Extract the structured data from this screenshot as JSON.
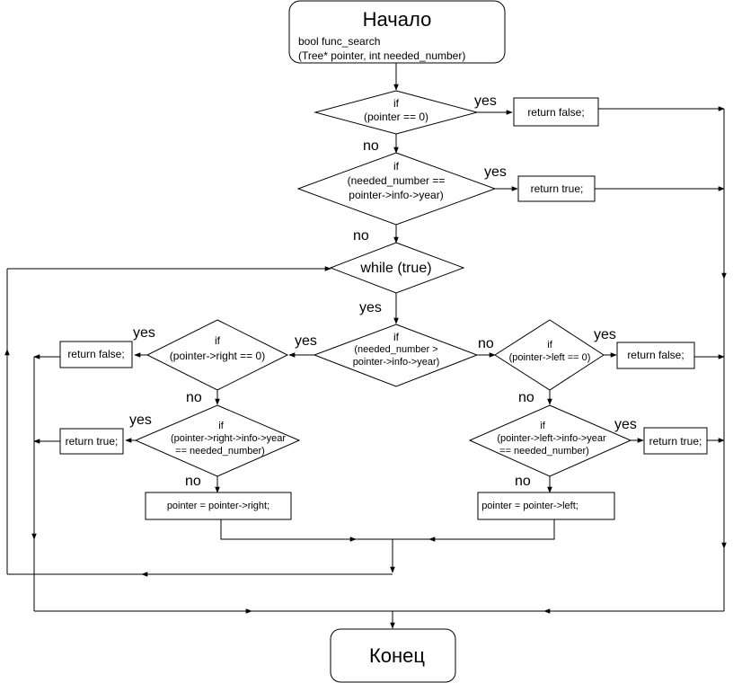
{
  "start": {
    "title": "Начало",
    "sig_line1": "bool func_search",
    "sig_line2": "(Tree* pointer, int needed_number)"
  },
  "end": {
    "title": "Конец"
  },
  "d1": {
    "l1": "if",
    "l2": "(pointer == 0)"
  },
  "d2": {
    "l1": "if",
    "l2": "(needed_number ==",
    "l3": "pointer->info->year)"
  },
  "loop": {
    "label": "while (true)"
  },
  "d3": {
    "l1": "if",
    "l2": "(needed_number >",
    "l3": "pointer->info->year)"
  },
  "dr1": {
    "l1": "if",
    "l2": "(pointer->right == 0)"
  },
  "dr2": {
    "l1": "if",
    "l2": "(pointer->right->info->year",
    "l3": "== needed_number)"
  },
  "dl1": {
    "l1": "if",
    "l2": "(pointer->left == 0)"
  },
  "dl2": {
    "l1": "if",
    "l2": "(pointer->left->info->year",
    "l3": "== needed_number)"
  },
  "boxes": {
    "ret_false_top": "return false;",
    "ret_true_top": "return true;",
    "ret_false_right": "return false;",
    "ret_true_right": "return true;",
    "ret_false_left": "return false;",
    "ret_true_left": "return true;",
    "assign_right": "pointer = pointer->right;",
    "assign_left": "pointer = pointer->left;"
  },
  "labels": {
    "yes": "yes",
    "no": "no"
  }
}
